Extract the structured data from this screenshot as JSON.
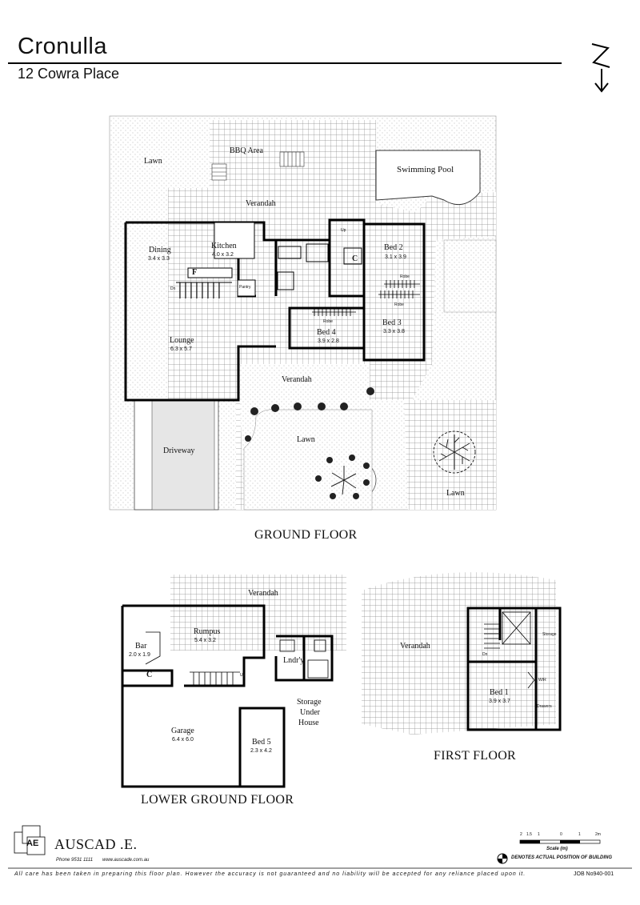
{
  "header": {
    "title": "Cronulla",
    "address": "12 Cowra Place"
  },
  "compass": {
    "label": "N"
  },
  "ground_floor": {
    "heading": "GROUND FLOOR",
    "rooms": {
      "lawn_nw": "Lawn",
      "bbq": "BBQ Area",
      "pool": "Swimming Pool",
      "verandah_n": "Verandah",
      "dining": "Dining",
      "dining_dim": "3.4 x 3.3",
      "kitchen": "Kitchen",
      "kitchen_dim": "4.0 x 3.2",
      "bed2": "Bed 2",
      "bed2_dim": "3.1 x 3.9",
      "bed3": "Bed 3",
      "bed3_dim": "3.3 x 3.8",
      "bed4": "Bed 4",
      "bed4_dim": "3.9 x 2.8",
      "lounge": "Lounge",
      "lounge_dim": "6.3 x 5.7",
      "verandah_s": "Verandah",
      "driveway": "Driveway",
      "lawn_s": "Lawn",
      "lawn_se": "Lawn",
      "fireplace": "F",
      "cupboard": "C",
      "pantry": "Pantry",
      "up": "Up",
      "dn": "Dn",
      "robe_bed2": "Robe",
      "robe_bed3": "Robe",
      "robe_bed4": "Robe"
    }
  },
  "lower_ground_floor": {
    "heading": "LOWER GROUND FLOOR",
    "rooms": {
      "verandah": "Verandah",
      "rumpus": "Rumpus",
      "rumpus_dim": "5.4 x 3.2",
      "bar": "Bar",
      "bar_dim": "2.0 x 1.9",
      "cupboard": "C",
      "up": "Up",
      "laundry": "Lndr'y",
      "storage1": "Storage",
      "storage2": "Under",
      "storage3": "House",
      "garage": "Garage",
      "garage_dim": "6.4 x 6.0",
      "bed5": "Bed 5",
      "bed5_dim": "2.3 x 4.2"
    }
  },
  "first_floor": {
    "heading": "FIRST FLOOR",
    "rooms": {
      "verandah": "Verandah",
      "storage": "Storage",
      "dn": "Dn",
      "bed1": "Bed 1",
      "bed1_dim": "3.9 x 3.7",
      "wir": "W/R",
      "drawers": "Drawers"
    }
  },
  "footer": {
    "brand": "AUSCAD .E.",
    "logo_letters": "AE",
    "phone": "Phone 9531 1111",
    "web": "www.auscade.com.au",
    "scale_label": "Scale (m)",
    "scale_ticks": [
      "2",
      "1.5",
      "1",
      "0",
      "1",
      "2m"
    ],
    "position_note": "DENOTES ACTUAL POSITION OF BUILDING",
    "disclaimer": "All care has been taken in preparing this floor plan. However the accuracy is not guaranteed and no liability will be accepted for any reliance placed upon it.",
    "job": "JOB No940-001"
  },
  "colors": {
    "ink": "#000000",
    "paving": "#7a7a7a",
    "lawn": "#bdbdbd",
    "driveway": "#e6e6e6"
  }
}
